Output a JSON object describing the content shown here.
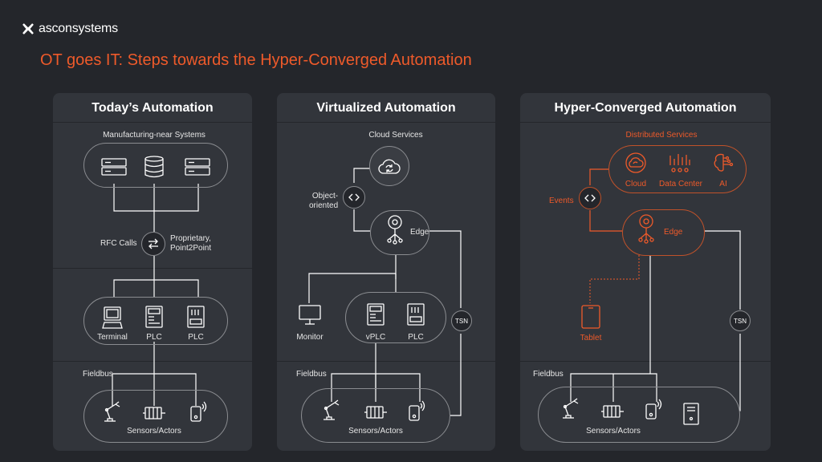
{
  "brand": {
    "name": "asconsystems"
  },
  "headline": "OT goes IT: Steps towards the Hyper-Converged Automation",
  "colors": {
    "accent": "#ee5a2a",
    "background": "#24262b",
    "panel": "#32353b",
    "line": "#ffffff",
    "stroke": "#8a8c90"
  },
  "panels": {
    "today": {
      "title": "Today’s Automation",
      "systems_label": "Manufacturing-near  Systems",
      "rfc_label": "RFC Calls",
      "proprietary_label": "Proprietary,\nPoint2Point",
      "terminal_label": "Terminal",
      "plc1_label": "PLC",
      "plc2_label": "PLC",
      "fieldbus_label": "Fieldbus",
      "sensors_label": "Sensors/Actors"
    },
    "virtualized": {
      "title": "Virtualized Automation",
      "cloud_label": "Cloud Services",
      "object_label": "Object-\noriented",
      "edge_label": "Edge",
      "monitor_label": "Monitor",
      "vplc_label": "vPLC",
      "plc_label": "PLC",
      "tsn_label": "TSN",
      "fieldbus_label": "Fieldbus",
      "sensors_label": "Sensors/Actors"
    },
    "hyper": {
      "title": "Hyper-Converged Automation",
      "distributed_label": "Distributed Services",
      "cloud_label": "Cloud",
      "datacenter_label": "Data Center",
      "ai_label": "AI",
      "events_label": "Events",
      "edge_label": "Edge",
      "tablet_label": "Tablet",
      "tsn_label": "TSN",
      "fieldbus_label": "Fieldbus",
      "sensors_label": "Sensors/Actors"
    }
  }
}
